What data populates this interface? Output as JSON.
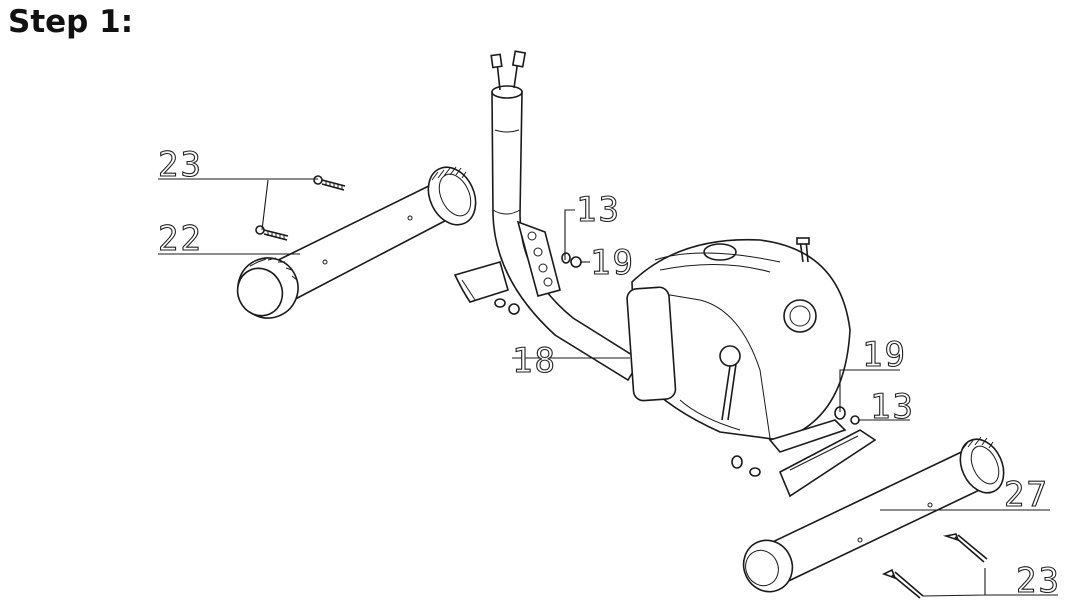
{
  "page": {
    "title": "Step 1:"
  },
  "callouts": {
    "bolt_front": "23",
    "front_stabilizer": "22",
    "washer_top": "13",
    "nut_top": "19",
    "main_frame": "18",
    "nut_bottom": "19",
    "washer_bottom": "13",
    "rear_stabilizer": "27",
    "bolt_rear": "23"
  },
  "colors": {
    "line": "#1a1a1a",
    "background": "#ffffff",
    "title": "#111111"
  }
}
